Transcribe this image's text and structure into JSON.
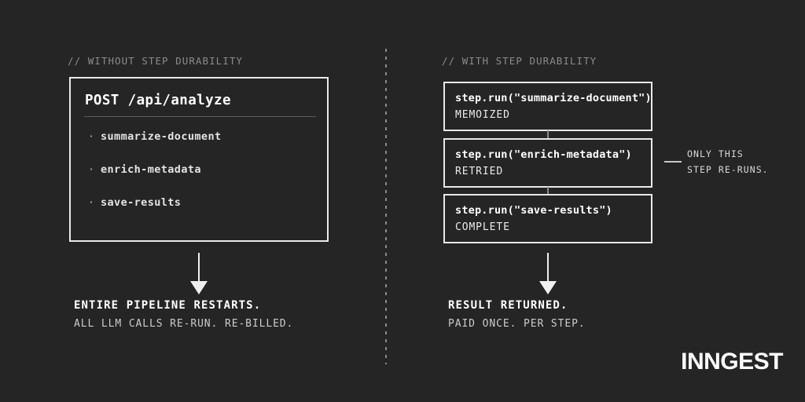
{
  "theme": {
    "background": "#252525",
    "border": "#e9e9e9",
    "text_primary": "#ffffff",
    "text_secondary": "#cccccc",
    "text_muted": "#8b8b8b",
    "rule": "#5d5d5d",
    "arrow": "#f0f0f0"
  },
  "left": {
    "comment": "// WITHOUT STEP DURABILITY",
    "card": {
      "title": "POST /api/analyze",
      "items": [
        {
          "bullet": "·",
          "label": "summarize-document"
        },
        {
          "bullet": "·",
          "label": "enrich-metadata"
        },
        {
          "bullet": "·",
          "label": "save-results"
        }
      ]
    },
    "arrow": "down-arrow",
    "outcome": {
      "headline": "ENTIRE PIPELINE RESTARTS.",
      "subline": "ALL LLM CALLS RE-RUN. RE-BILLED."
    }
  },
  "right": {
    "comment": "// WITH STEP DURABILITY",
    "steps": [
      {
        "call": "step.run(\"summarize-document\")",
        "status": "MEMOIZED"
      },
      {
        "call": "step.run(\"enrich-metadata\")",
        "status": "RETRIED"
      },
      {
        "call": "step.run(\"save-results\")",
        "status": "COMPLETE"
      }
    ],
    "callout": {
      "line1": "ONLY THIS",
      "line2": "STEP RE-RUNS."
    },
    "arrow": "down-arrow",
    "outcome": {
      "headline": "RESULT RETURNED.",
      "subline": "PAID ONCE. PER STEP."
    }
  },
  "brand": {
    "logo": "INNGEST"
  }
}
